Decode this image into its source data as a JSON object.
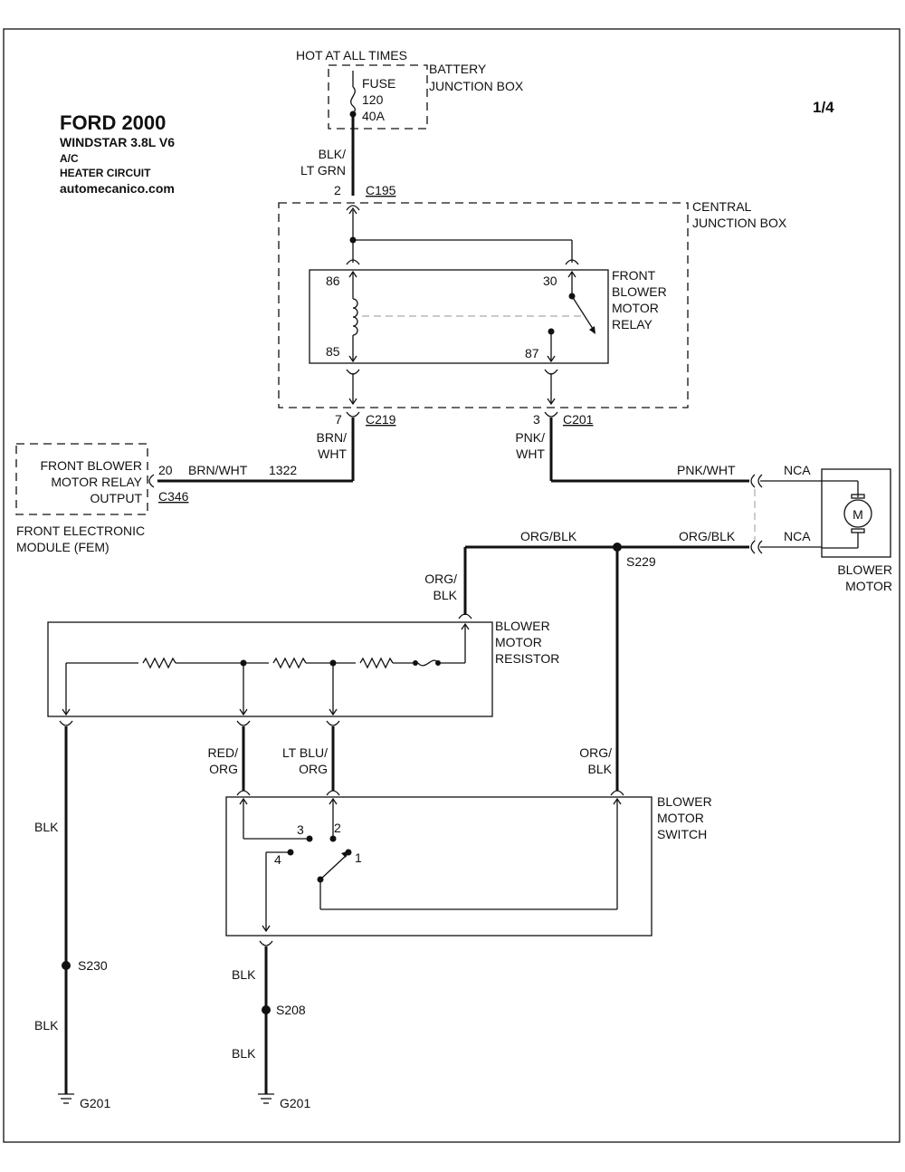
{
  "header": {
    "make_year": "FORD 2000",
    "model": "WINDSTAR  3.8L  V6",
    "system": "A/C",
    "circuit": "HEATER CIRCUIT",
    "site": "automecanico.com",
    "page": "1/4"
  },
  "power": {
    "hot_label": "HOT AT ALL TIMES",
    "fuse_label": "FUSE",
    "fuse_number": "120",
    "fuse_rating": "40A",
    "box_line1": "BATTERY",
    "box_line2": "JUNCTION BOX"
  },
  "central_box": {
    "line1": "CENTRAL",
    "line2": "JUNCTION BOX"
  },
  "relay": {
    "line1": "FRONT",
    "line2": "BLOWER",
    "line3": "MOTOR",
    "line4": "RELAY",
    "pin_86": "86",
    "pin_85": "85",
    "pin_30": "30",
    "pin_87": "87"
  },
  "connectors": {
    "c195_pin": "2",
    "c195": "C195",
    "c219_pin": "7",
    "c219": "C219",
    "c201_pin": "3",
    "c201": "C201",
    "c346_pin": "20",
    "c346": "C346"
  },
  "wires": {
    "blk_ltgrn_1": "BLK/",
    "blk_ltgrn_2": "LT GRN",
    "brn_wht_1": "BRN/",
    "brn_wht_2": "WHT",
    "brn_wht_h": "BRN/WHT",
    "circuit_1322": "1322",
    "pnk_wht_1": "PNK/",
    "pnk_wht_2": "WHT",
    "pnk_wht_h": "PNK/WHT",
    "nca_top": "NCA",
    "org_blk_h1": "ORG/BLK",
    "org_blk_h2": "ORG/BLK",
    "nca_bottom": "NCA",
    "org_blk_v1": "ORG/",
    "org_blk_v2": "BLK",
    "org_blk_sw1": "ORG/",
    "org_blk_sw2": "BLK",
    "red_org_1": "RED/",
    "red_org_2": "ORG",
    "ltblu_org_1": "LT BLU/",
    "ltblu_org_2": "ORG",
    "blk_left_1": "BLK",
    "blk_left_2": "BLK",
    "blk_mid_1": "BLK",
    "blk_mid_2": "BLK"
  },
  "fem": {
    "line1": "FRONT BLOWER",
    "line2": "MOTOR RELAY",
    "line3": "OUTPUT",
    "caption1": "FRONT ELECTRONIC",
    "caption2": "MODULE (FEM)"
  },
  "blower_motor": {
    "symbol": "M",
    "line1": "BLOWER",
    "line2": "MOTOR"
  },
  "splices": {
    "s229": "S229",
    "s230": "S230",
    "s208": "S208"
  },
  "resistor": {
    "line1": "BLOWER",
    "line2": "MOTOR",
    "line3": "RESISTOR"
  },
  "switch": {
    "line1": "BLOWER",
    "line2": "MOTOR",
    "line3": "SWITCH",
    "pos1": "1",
    "pos2": "2",
    "pos3": "3",
    "pos4": "4"
  },
  "grounds": {
    "left": "G201",
    "right": "G201"
  }
}
